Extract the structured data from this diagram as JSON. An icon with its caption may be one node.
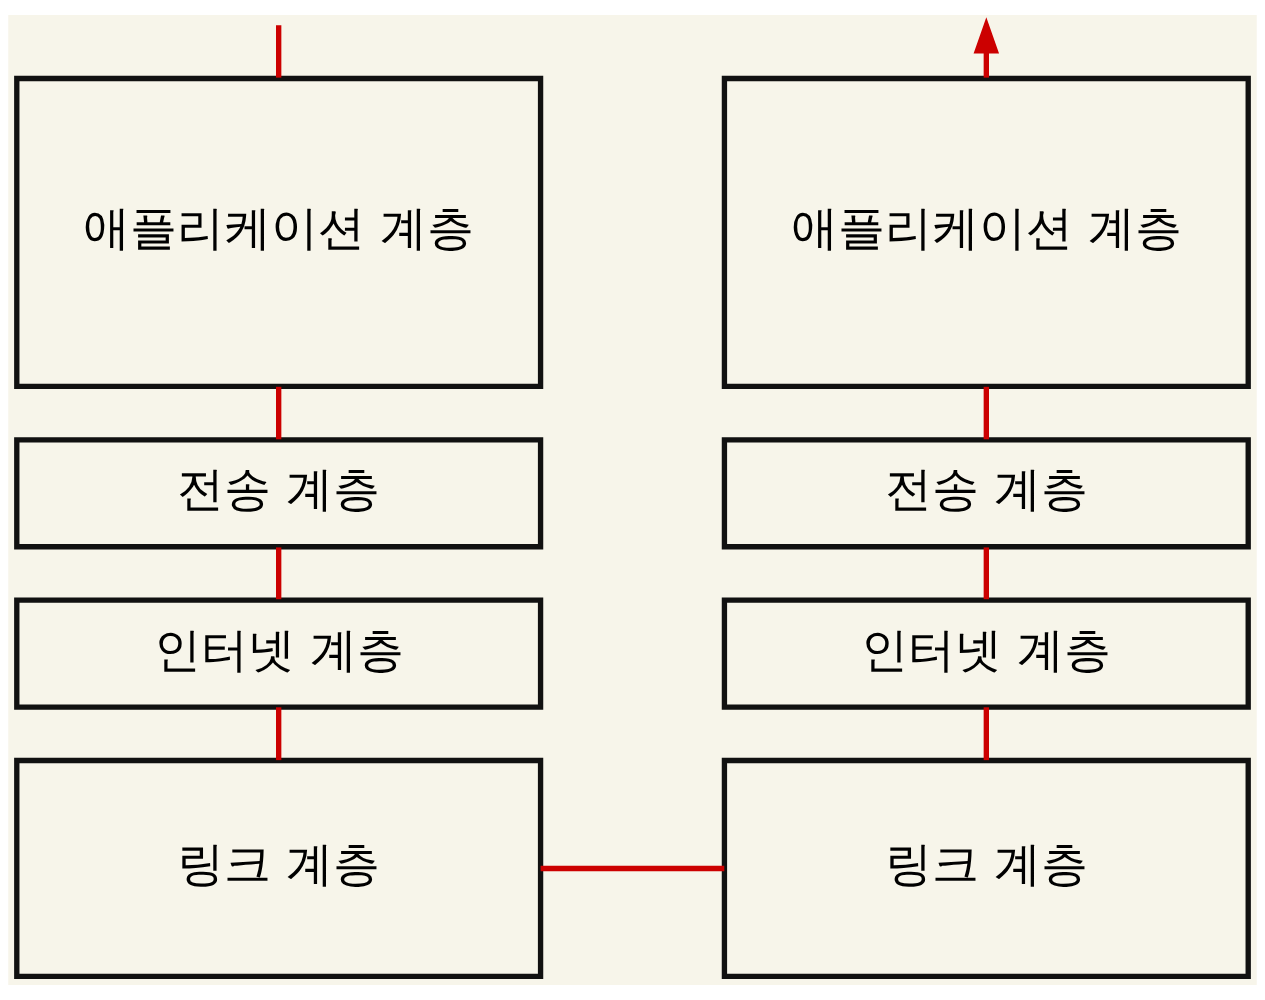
{
  "diagram": {
    "nodes": [
      {
        "text": [
          "애플리케이션 계층"
        ]
      },
      {
        "text": [
          "전송 계층"
        ]
      },
      {
        "text": [
          "인터넷 계층"
        ]
      },
      {
        "text": [
          "링크 계층"
        ]
      },
      {
        "text": [
          "애플리케이션 계층"
        ]
      },
      {
        "text": [
          "전송 계층"
        ]
      },
      {
        "text": [
          "인터넷 계층"
        ]
      },
      {
        "text": [
          "링크 계층"
        ]
      }
    ],
    "edges": [
      {
        "from": null,
        "to": 0,
        "arrow": "none"
      },
      {
        "from": 0,
        "to": 1,
        "arrow": "none"
      },
      {
        "from": 1,
        "to": 2,
        "arrow": "none"
      },
      {
        "from": 2,
        "to": 3,
        "arrow": "none"
      },
      {
        "from": 3,
        "to": 7,
        "arrow": "none"
      },
      {
        "from": 7,
        "to": 6,
        "arrow": "none"
      },
      {
        "from": 6,
        "to": 5,
        "arrow": "none"
      },
      {
        "from": 5,
        "to": 4,
        "arrow": "none"
      },
      {
        "from": 4,
        "to": null,
        "arrow": "to"
      }
    ]
  }
}
